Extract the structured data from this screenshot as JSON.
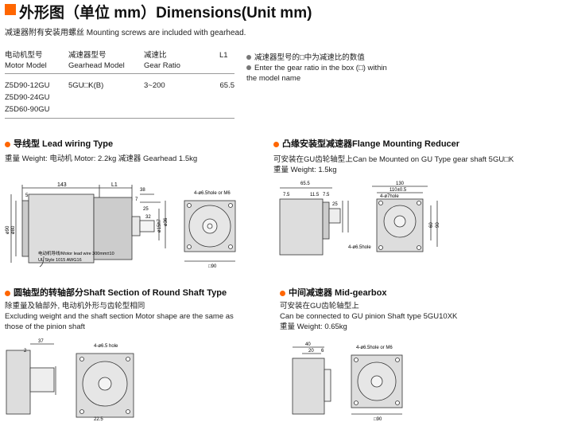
{
  "header": {
    "title": "外形图（单位 mm）Dimensions(Unit mm)"
  },
  "note": "减速器附有安装用螺丝 Mounting screws are included with gearhead.",
  "table": {
    "headers": [
      {
        "cn": "电动机型号",
        "en": "Motor Model"
      },
      {
        "cn": "减速器型号",
        "en": "Gearhead Model"
      },
      {
        "cn": "减速比",
        "en": "Gear Ratio"
      },
      {
        "cn": "L1",
        "en": ""
      }
    ],
    "rows": [
      [
        "Z5D90-12GU",
        "5GU□K(B)",
        "3~200",
        "65.5"
      ],
      [
        "Z5D90-24GU",
        "",
        "",
        ""
      ],
      [
        "Z5D60-90GU",
        "",
        "",
        ""
      ]
    ]
  },
  "right_notes": {
    "line1": "减速器型号的□中为减速比的数值",
    "line2": "Enter the gear ratio in the box (□) within",
    "line3": "the model name"
  },
  "sections": {
    "lead": {
      "title": "导线型 Lead wiring Type",
      "text1": "重量 Weight: 电动机 Motor: 2.2kg  减速器 Gearhead 1.5kg",
      "dims": {
        "d143": "143",
        "dL1": "L1",
        "d5": "5",
        "d38": "38",
        "d7": "7",
        "d25": "25",
        "d32": "32",
        "d90": "ø90",
        "d80": "ø80",
        "hole": "4-ø6.5hole or M6",
        "sq90": "□90",
        "wire1": "电动机导线/Motor lead wire 300mm±10",
        "wire2": "UL Style 1015 AWG16",
        "shaft": "ø15h7",
        "shaft2": "ø36"
      }
    },
    "flange": {
      "title": "凸缘安装型减速器Flange Mounting Reducer",
      "text1": "可安装在GU齿轮轴型上Can be Mounted on GU Type gear shaft 5GU□K",
      "text2": "重量 Weight: 1.5kg",
      "dims": {
        "d655": "65.5",
        "d75a": "7.5",
        "d115": "11.5",
        "d75b": "7.5",
        "d25": "25",
        "d130": "130",
        "d110": "110±0.5",
        "d90": "90",
        "d60": "60",
        "hole": "4-ø7hole",
        "hole2": "4-ø6.5hole"
      }
    },
    "round": {
      "title": "圆轴型的转轴部分Shaft Section of Round Shaft Type",
      "text1": "除重量及轴部外, 电动机外形与齿轮型相同",
      "text2": "Excluding weight and the shaft section Motor shape are the same as",
      "text3": "those of the pinion shaft",
      "dims": {
        "d37": "37",
        "d2": "2",
        "hole": "4-ø6.5 hole",
        "d225": "22.5"
      }
    },
    "mid": {
      "title": "中间减速器 Mid-gearbox",
      "text1": "可安装在GU齿轮轴型上",
      "text2": "Can be connected to GU pinion Shaft type 5GU10XK",
      "text3": "重量 Weight: 0.65kg",
      "dims": {
        "d40": "40",
        "d20": "20",
        "d6": "6",
        "hole": "4-ø6.5hole or M6",
        "sq90": "□90"
      }
    }
  },
  "colors": {
    "accent": "#ff6600",
    "bullet_grey": "#777777",
    "drawing_fill": "#dddddd",
    "line": "#333333"
  }
}
